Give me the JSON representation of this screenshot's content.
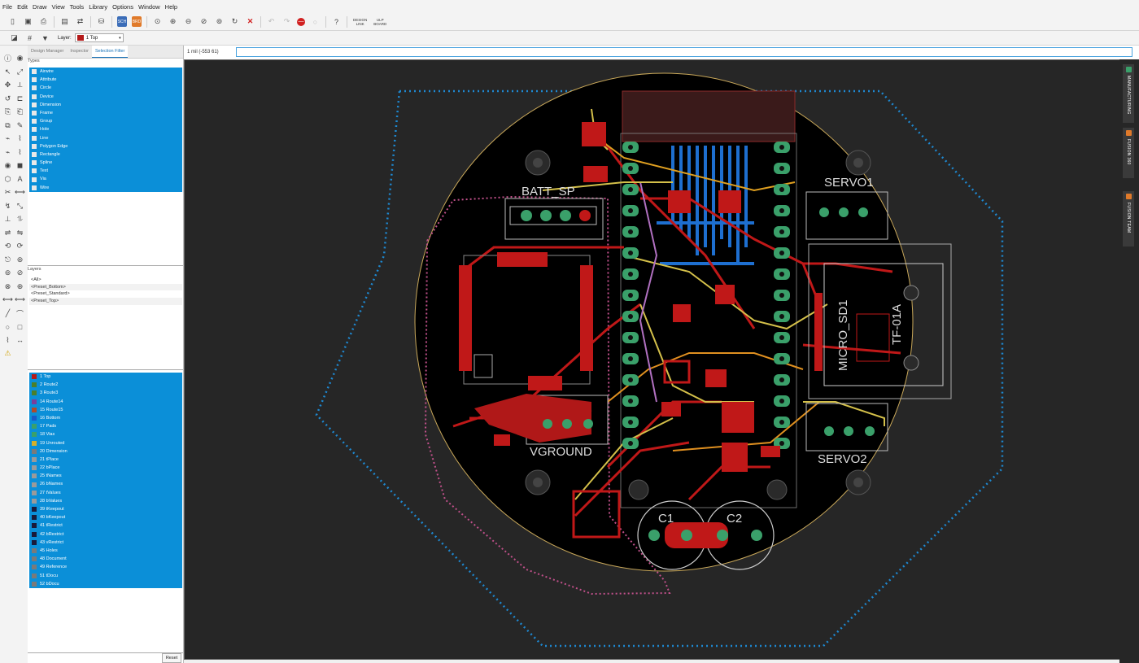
{
  "menu": [
    "File",
    "Edit",
    "Draw",
    "View",
    "Tools",
    "Library",
    "Options",
    "Window",
    "Help"
  ],
  "toolbar": {
    "design_link": "DESIGN\nLINK",
    "ulp_board": "ULP\nBOARD"
  },
  "toolbar2": {
    "layer_label": "Layer:",
    "layer_value": "1 Top",
    "layer_color": "#b41a1a"
  },
  "panel": {
    "tabs": [
      "Design Manager",
      "Inspector",
      "Selection Filter"
    ],
    "active_tab": "Selection Filter",
    "types_title": "Types",
    "types": [
      "Airwire",
      "Attribute",
      "Circle",
      "Device",
      "Dimension",
      "Frame",
      "Group",
      "Hole",
      "Line",
      "Polygon Edge",
      "Rectangle",
      "Spline",
      "Text",
      "Via",
      "Wire"
    ],
    "layers_title": "Layers",
    "presets": [
      "<All>",
      "<Preset_Bottom>",
      "<Preset_Standard>",
      "<Preset_Top>"
    ],
    "layers": [
      {
        "name": "1 Top",
        "color": "#b41a1a"
      },
      {
        "name": "2 Route2",
        "color": "#4b7f2a"
      },
      {
        "name": "3 Route3",
        "color": "#4b7f2a"
      },
      {
        "name": "14 Route14",
        "color": "#7a3f9a"
      },
      {
        "name": "15 Route15",
        "color": "#b04a2a"
      },
      {
        "name": "16 Bottom",
        "color": "#1a5ac8"
      },
      {
        "name": "17 Pads",
        "color": "#3aa06a"
      },
      {
        "name": "18 Vias",
        "color": "#3aa06a"
      },
      {
        "name": "19 Unrouted",
        "color": "#d4b02a"
      },
      {
        "name": "20 Dimension",
        "color": "#7a7a7a"
      },
      {
        "name": "21 tPlace",
        "color": "#9a9a9a"
      },
      {
        "name": "22 bPlace",
        "color": "#9a9a9a"
      },
      {
        "name": "25 tNames",
        "color": "#9a9a9a"
      },
      {
        "name": "26 bNames",
        "color": "#9a9a9a"
      },
      {
        "name": "27 tValues",
        "color": "#9a9a9a"
      },
      {
        "name": "28 bValues",
        "color": "#9a9a9a"
      },
      {
        "name": "39 tKeepout",
        "color": "#1a1a3a"
      },
      {
        "name": "40 bKeepout",
        "color": "#1a1a3a"
      },
      {
        "name": "41 tRestrict",
        "color": "#1a1a3a"
      },
      {
        "name": "42 bRestrict",
        "color": "#1a1a3a"
      },
      {
        "name": "43 vRestrict",
        "color": "#1a1a3a"
      },
      {
        "name": "45 Holes",
        "color": "#7a7a7a"
      },
      {
        "name": "48 Document",
        "color": "#7a7a7a"
      },
      {
        "name": "49 Reference",
        "color": "#7a7a7a"
      },
      {
        "name": "51 tDocu",
        "color": "#7a7a7a"
      },
      {
        "name": "52 bDocu",
        "color": "#7a7a7a"
      }
    ],
    "reset_label": "Reset"
  },
  "command": {
    "coordinate": "1 mil (-553 61)",
    "value": ""
  },
  "rail": [
    "MANUFACTURING",
    "FUSION 360",
    "FUSION TEAM"
  ],
  "board": {
    "labels": [
      "BATT_SP",
      "VGROUND",
      "SERVO1",
      "SERVO2",
      "MICRO_SD1",
      "TF-01A",
      "C1",
      "C2"
    ]
  }
}
